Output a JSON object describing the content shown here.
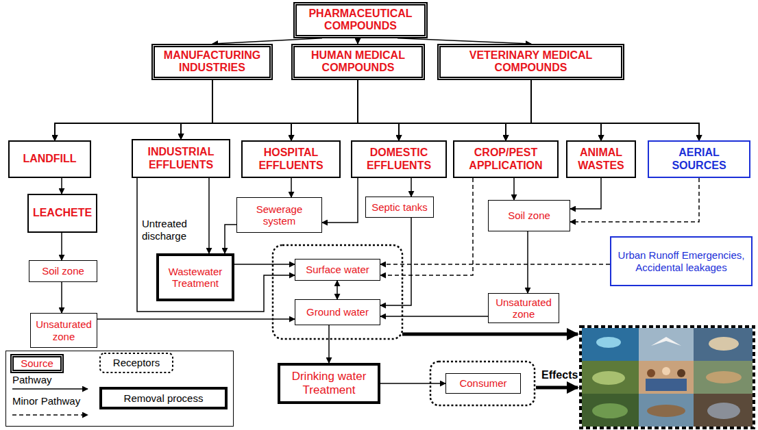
{
  "diagram": {
    "nodes": [
      {
        "text": [
          "PHARMACEUTICAL COMPOUNDS"
        ]
      },
      {
        "text": [
          "MANUFACTURING INDUSTRIES"
        ]
      },
      {
        "text": [
          "HUMAN MEDICAL COMPOUNDS"
        ]
      },
      {
        "text": [
          "VETERINARY MEDICAL COMPOUNDS"
        ]
      },
      {
        "text": [
          "LANDFILL"
        ]
      },
      {
        "text": [
          "INDUSTRIAL EFFLUENTS"
        ]
      },
      {
        "text": [
          "HOSPITAL EFFLUENTS"
        ]
      },
      {
        "text": [
          "DOMESTIC EFFLUENTS"
        ]
      },
      {
        "text": [
          "CROP/PEST APPLICATION"
        ]
      },
      {
        "text": [
          "ANIMAL WASTES"
        ]
      },
      {
        "text": [
          "AERIAL SOURCES"
        ]
      },
      {
        "text": [
          "LEACHETE"
        ]
      },
      {
        "text": [
          "Sewerage system"
        ]
      },
      {
        "text": [
          "Septic tanks"
        ]
      },
      {
        "text": [
          "Soil zone"
        ]
      },
      {
        "text": [
          "Urban Runoff Emergencies, Accidental leakages"
        ]
      },
      {
        "text": [
          "Soil zone"
        ]
      },
      {
        "text": [
          "Wastewater Treatment"
        ]
      },
      {
        "text": [
          "Surface water"
        ]
      },
      {
        "text": [
          "Ground water"
        ]
      },
      {
        "text": [
          "Unsaturated zone"
        ]
      },
      {
        "text": [
          "Unsaturated zone"
        ]
      },
      {
        "text": [
          "Drinking water Treatment"
        ]
      },
      {
        "text": [
          "Consumer"
        ]
      }
    ],
    "edges": [
      {
        "from": 0,
        "to": 1,
        "arrow": "to"
      },
      {
        "from": 0,
        "to": 2,
        "arrow": "to"
      },
      {
        "from": 0,
        "to": 3,
        "arrow": "to"
      },
      {
        "from": 1,
        "to": 4,
        "arrow": "to"
      },
      {
        "from": 1,
        "to": 5,
        "arrow": "to"
      },
      {
        "from": 1,
        "to": 6,
        "arrow": "to"
      },
      {
        "from": 1,
        "to": 7,
        "arrow": "to"
      },
      {
        "from": 1,
        "to": 8,
        "arrow": "to"
      },
      {
        "from": 1,
        "to": 9,
        "arrow": "to"
      },
      {
        "from": 1,
        "to": 10,
        "arrow": "to"
      },
      {
        "from": 2,
        "to": 4,
        "arrow": "to"
      },
      {
        "from": 2,
        "to": 5,
        "arrow": "to"
      },
      {
        "from": 2,
        "to": 6,
        "arrow": "to"
      },
      {
        "from": 2,
        "to": 7,
        "arrow": "to"
      },
      {
        "from": 2,
        "to": 8,
        "arrow": "to"
      },
      {
        "from": 2,
        "to": 9,
        "arrow": "to"
      },
      {
        "from": 2,
        "to": 10,
        "arrow": "to"
      },
      {
        "from": 3,
        "to": 4,
        "arrow": "to"
      },
      {
        "from": 3,
        "to": 5,
        "arrow": "to"
      },
      {
        "from": 3,
        "to": 6,
        "arrow": "to"
      },
      {
        "from": 3,
        "to": 7,
        "arrow": "to"
      },
      {
        "from": 3,
        "to": 8,
        "arrow": "to"
      },
      {
        "from": 3,
        "to": 9,
        "arrow": "to"
      },
      {
        "from": 3,
        "to": 10,
        "arrow": "to"
      },
      {
        "from": 4,
        "to": 11,
        "arrow": "to"
      },
      {
        "from": 11,
        "to": 16,
        "arrow": "to"
      },
      {
        "from": 16,
        "to": 20,
        "arrow": "to"
      },
      {
        "from": 20,
        "to": 19,
        "arrow": "to"
      },
      {
        "from": 5,
        "to": 17,
        "arrow": "to"
      },
      {
        "from": 5,
        "to": 18,
        "arrow": "to"
      },
      {
        "from": 6,
        "to": 12,
        "arrow": "to"
      },
      {
        "from": 7,
        "to": 12,
        "arrow": "to"
      },
      {
        "from": 7,
        "to": 13,
        "arrow": "to"
      },
      {
        "from": 12,
        "to": 17,
        "arrow": "to"
      },
      {
        "from": 17,
        "to": 18,
        "arrow": "to"
      },
      {
        "from": 18,
        "to": 19,
        "arrow": "both"
      },
      {
        "from": 13,
        "to": 19,
        "arrow": "to"
      },
      {
        "from": 8,
        "to": 14,
        "arrow": "to"
      },
      {
        "from": 9,
        "to": 14,
        "arrow": "to"
      },
      {
        "from": 10,
        "to": 14,
        "arrow": "to"
      },
      {
        "from": 8,
        "to": 18,
        "arrow": "to"
      },
      {
        "from": 15,
        "to": 18,
        "arrow": "to"
      },
      {
        "from": 14,
        "to": 21,
        "arrow": "to"
      },
      {
        "from": 21,
        "to": 19,
        "arrow": "to"
      },
      {
        "from": 19,
        "to": 22,
        "arrow": "to"
      },
      {
        "from": 22,
        "to": 23,
        "arrow": "to"
      }
    ],
    "labels": [
      "Untreated discharge",
      "Effects"
    ],
    "legend": [
      {
        "text": "Source"
      },
      {
        "text": "Receptors"
      },
      {
        "text": "Pathway"
      },
      {
        "text": "Minor Pathway"
      },
      {
        "text": "Removal process"
      }
    ]
  }
}
